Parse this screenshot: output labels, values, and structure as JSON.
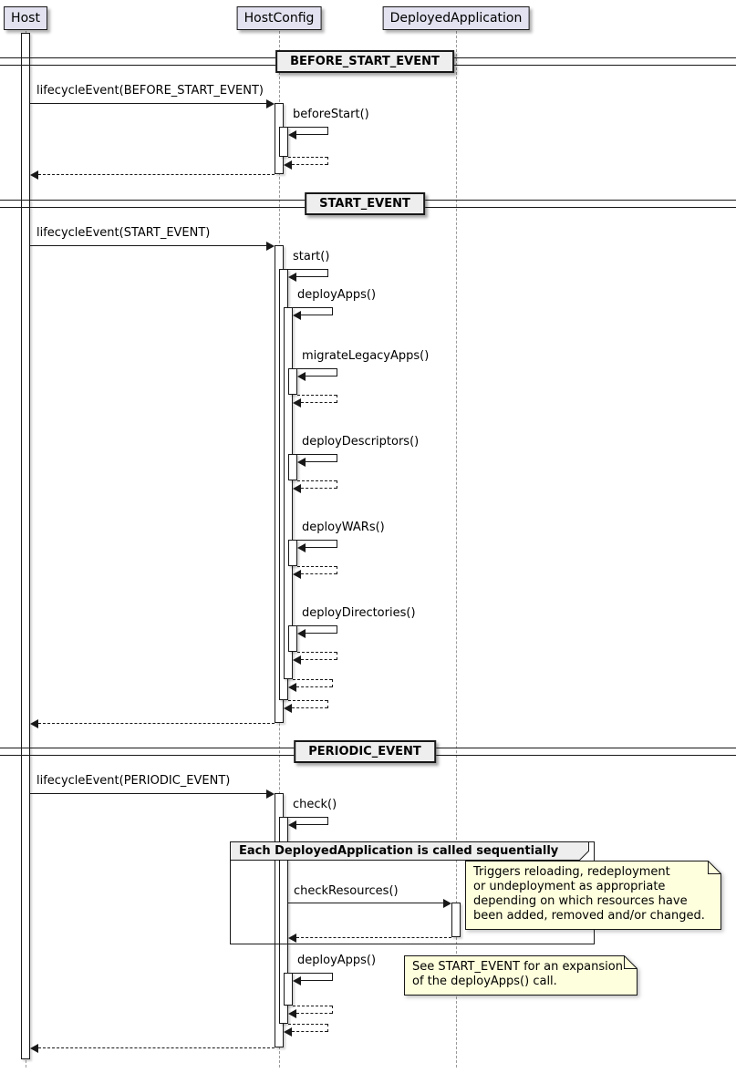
{
  "participants": [
    {
      "label": "Host"
    },
    {
      "label": "HostConfig"
    },
    {
      "label": "DeployedApplication"
    }
  ],
  "dividers": [
    {
      "label": "BEFORE_START_EVENT"
    },
    {
      "label": "START_EVENT"
    },
    {
      "label": "PERIODIC_EVENT"
    }
  ],
  "messages": {
    "lifecycle_before_start": "lifecycleEvent(BEFORE_START_EVENT)",
    "before_start": "beforeStart()",
    "lifecycle_start": "lifecycleEvent(START_EVENT)",
    "start": "start()",
    "deploy_apps": "deployApps()",
    "migrate_legacy_apps": "migrateLegacyApps()",
    "deploy_descriptors": "deployDescriptors()",
    "deploy_wars": "deployWARs()",
    "deploy_directories": "deployDirectories()",
    "lifecycle_periodic": "lifecycleEvent(PERIODIC_EVENT)",
    "check": "check()",
    "check_resources": "checkResources()",
    "deploy_apps_periodic": "deployApps()"
  },
  "group": {
    "label": "Each DeployedApplication is called sequentially"
  },
  "notes": {
    "check_resources": "Triggers reloading, redeployment\nor undeployment as appropriate\ndepending on which resources have\nbeen added, removed and/or changed.",
    "deploy_apps": "See START_EVENT for an expansion\nof the deployApps() call."
  },
  "colors": {
    "line": "#181818",
    "participant_fill": "#E2E2F0",
    "divider_fill": "#EEEEEE",
    "group_header_fill": "#EEEEEE",
    "note_fill": "#FEFFDD"
  }
}
